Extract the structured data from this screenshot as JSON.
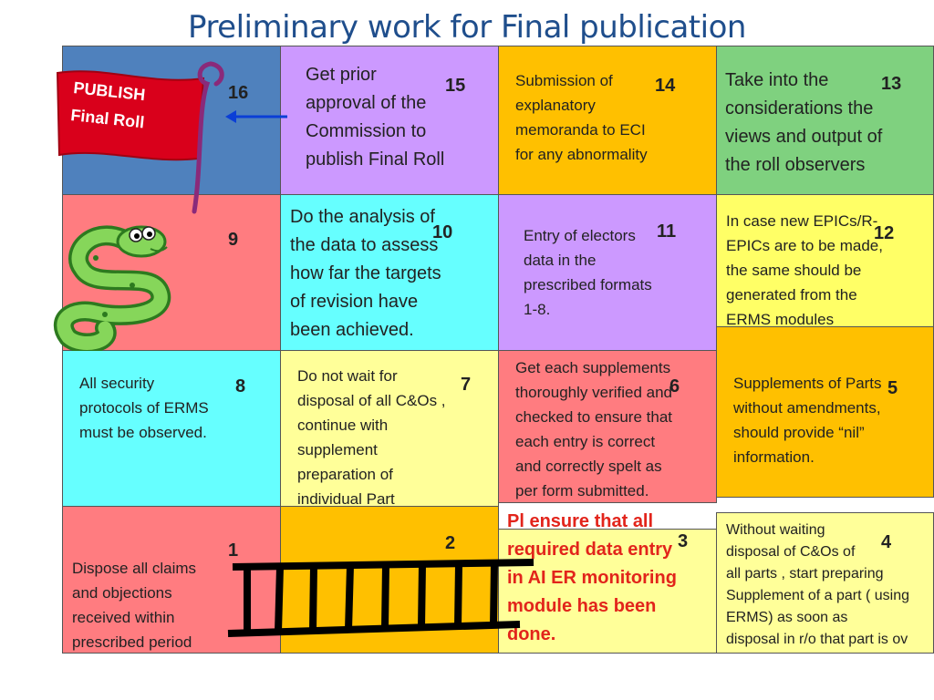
{
  "title": "Preliminary work for Final publication",
  "flag": {
    "line1": "PUBLISH",
    "line2": "Final Roll"
  },
  "cells": [
    {
      "num": "16",
      "text": ""
    },
    {
      "num": "15",
      "text": "Get prior\napproval of the\nCommission to\npublish Final Roll"
    },
    {
      "num": "14",
      "text": "Submission of\nexplanatory\nmemoranda to ECI\nfor any abnormality"
    },
    {
      "num": "13",
      "text": "Take into the\n considerations the\n views and output of\n the roll observers"
    },
    {
      "num": "9",
      "text": ""
    },
    {
      "num": "10",
      "text": "Do the analysis of\n the data to assess\nhow far the targets\n of revision have\nbeen achieved."
    },
    {
      "num": "11",
      "text": "Entry of electors\ndata in the\nprescribed formats\n1-8."
    },
    {
      "num": "12",
      "text": "In case new EPICs/R-\nEPICs  are to be made,\nthe same should be\ngenerated from the\nERMS modules"
    },
    {
      "num": "8",
      "text": " All security\nprotocols of ERMS\nmust be observed."
    },
    {
      "num": "7",
      "text": "Do not wait for\ndisposal of all C&Os ,\ncontinue with\nsupplement\npreparation of\nindividual Part"
    },
    {
      "num": "6",
      "text": "Get each supplements\nthoroughly verified and\nchecked to ensure that\neach entry is correct\nand correctly spelt as\nper form submitted."
    },
    {
      "num": "5",
      "text": "Supplements of  Parts\nwithout amendments,\nshould provide “nil”\ninformation."
    },
    {
      "num": "1",
      "text": "Dispose all claims\nand objections\nreceived within\nprescribed period"
    },
    {
      "num": "2",
      "text": ""
    },
    {
      "num": "3",
      "text": "Pl ensure that  all\nrequired data entry\n in AI ER monitoring\n module has been\ndone."
    },
    {
      "num": "4",
      "text": "Without waiting\ndisposal of C&Os of\nall parts , start preparing\nSupplement of a part ( using\n ERMS) as soon as\ndisposal in r/o that part is ov"
    }
  ],
  "colors": {
    "title": "#1f4e8c",
    "blue": "#4f81bd",
    "purple": "#cc99ff",
    "orange": "#ffc000",
    "green": "#7fd17f",
    "yellow": "#ffff66",
    "pink": "#ff7c80",
    "cyan": "#66ffff",
    "pale_yellow": "#ffff99",
    "flag_red": "#d9001b",
    "red_text": "#e2241b"
  },
  "icons": [
    "flag-icon",
    "snake-icon",
    "ladder-icon",
    "left-arrow-icon"
  ]
}
